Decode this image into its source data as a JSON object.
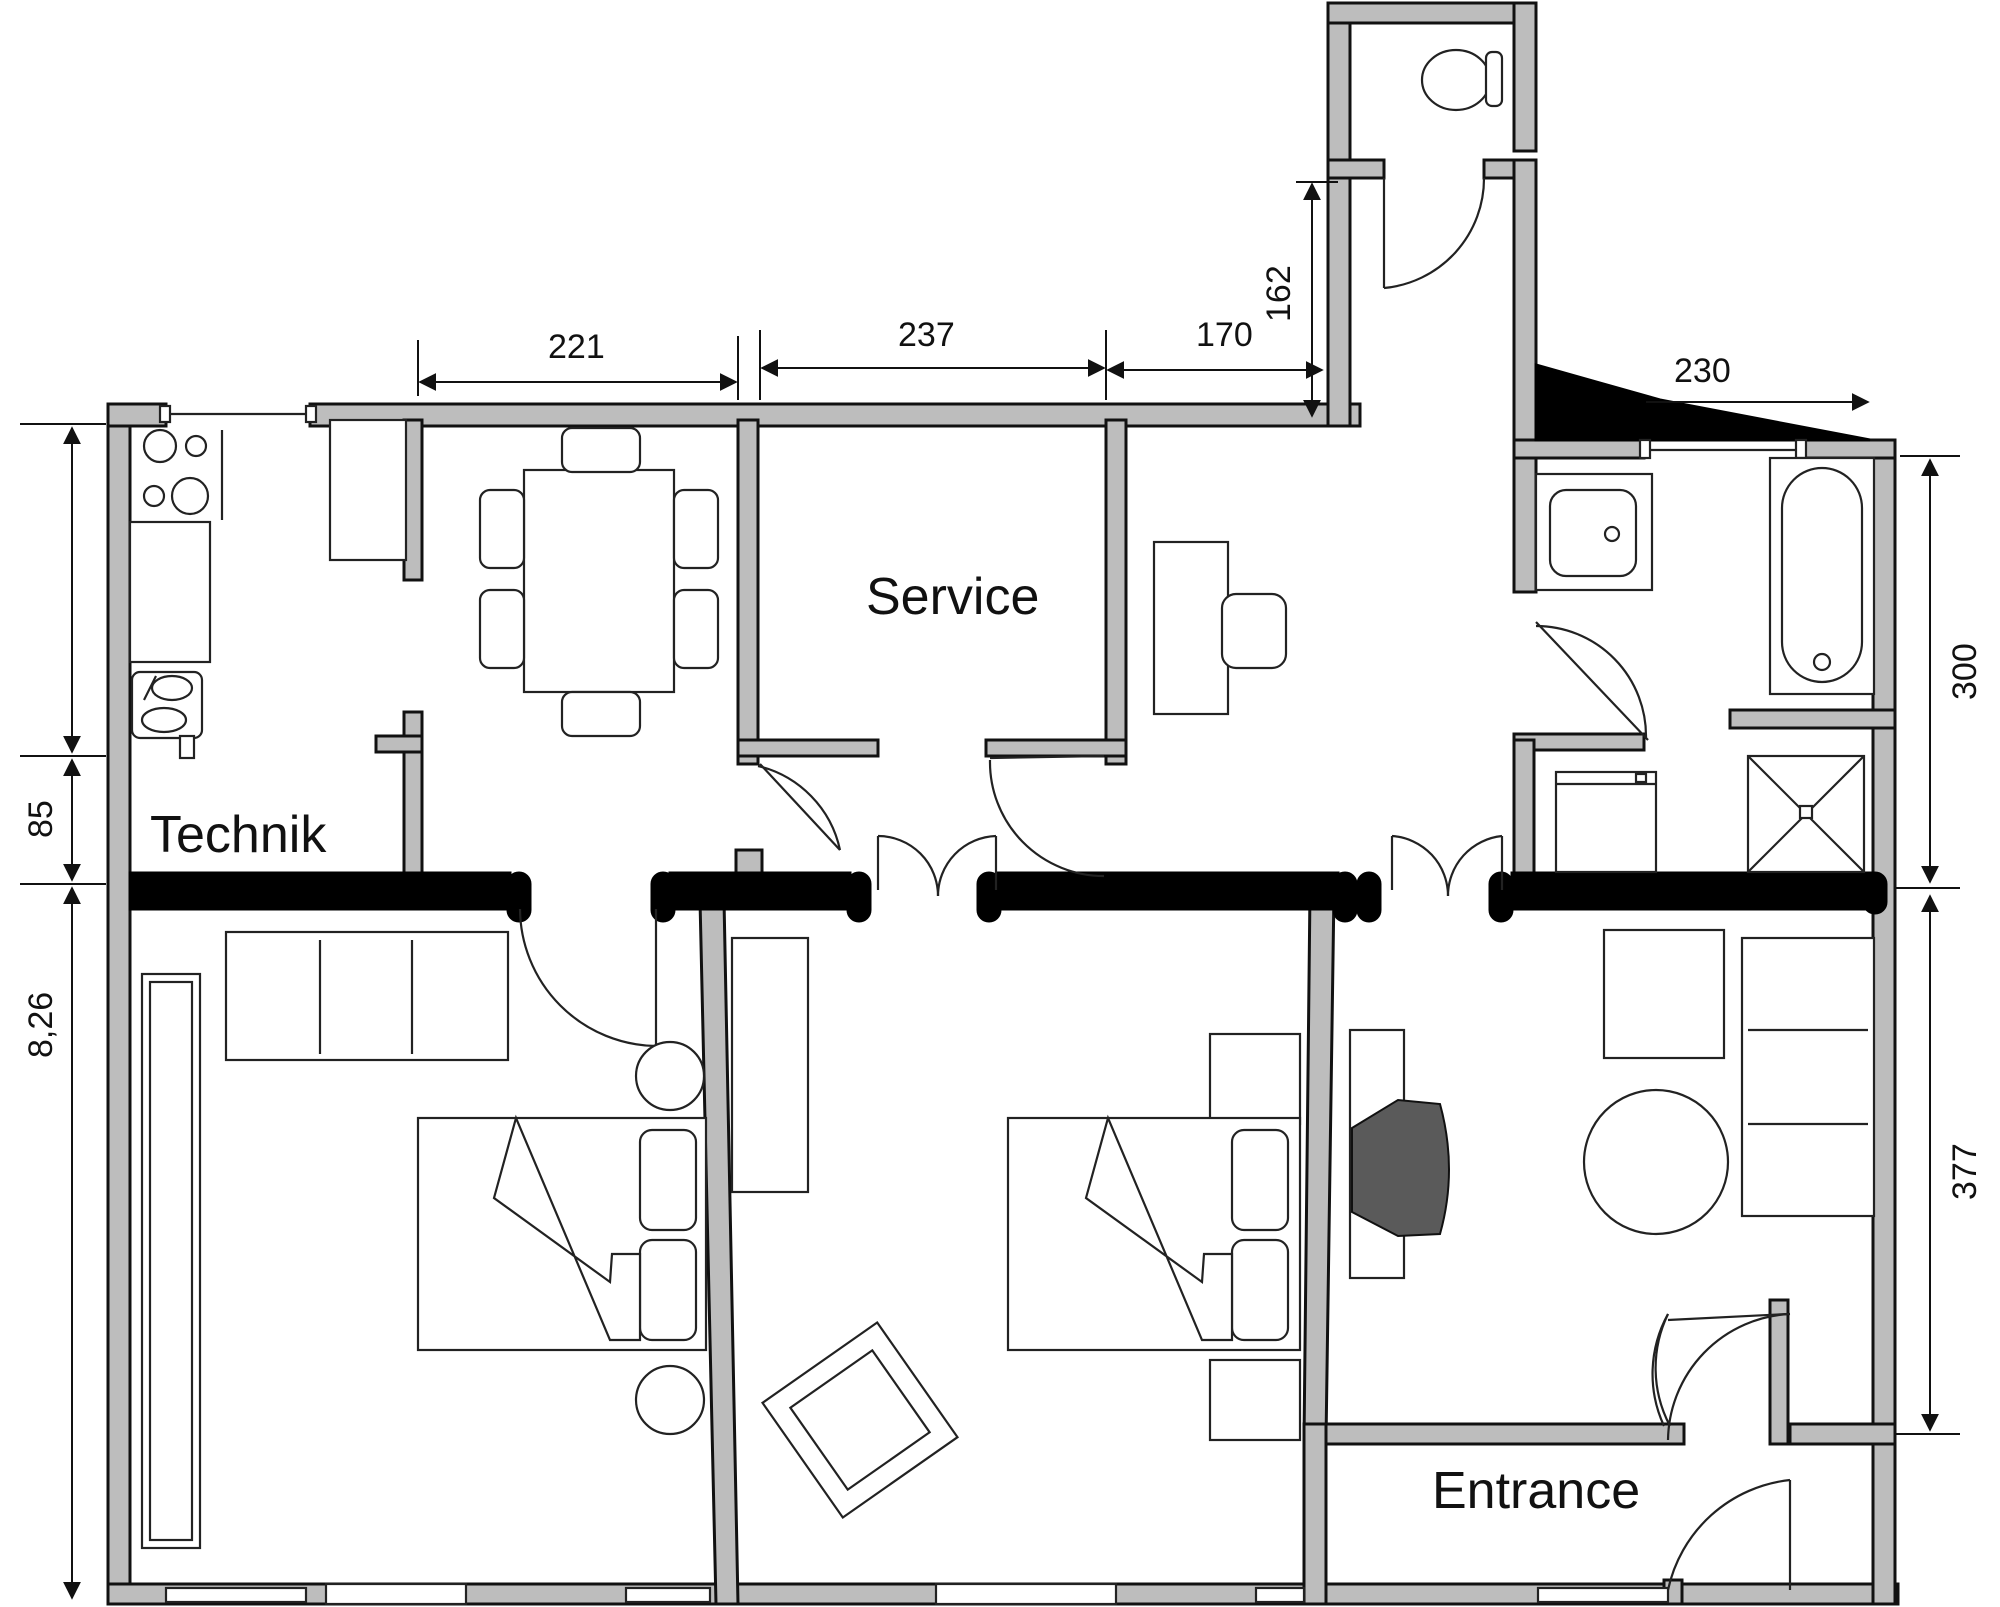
{
  "rooms": {
    "technik": "Technik",
    "service": "Service",
    "entrance": "Entrance"
  },
  "dimensions": {
    "d221": "221",
    "d237": "237",
    "d170": "170",
    "d162": "162",
    "d230": "230",
    "d300": "300",
    "d377": "377",
    "d85": "85",
    "d826": "8,26"
  },
  "colors": {
    "wall": "#bdbdbd",
    "bearing_wall": "#000000",
    "line": "#222222"
  }
}
